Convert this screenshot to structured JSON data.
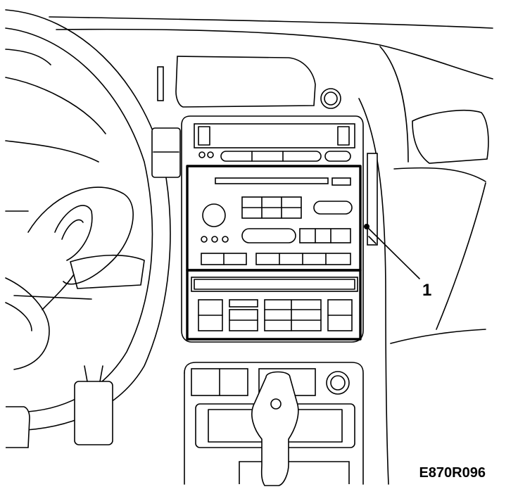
{
  "callouts": [
    {
      "number": "1",
      "target": "centre-console-trim-strip"
    }
  ],
  "figure_code": "E870R096",
  "colors": {
    "line": "#000000",
    "background": "#ffffff"
  }
}
